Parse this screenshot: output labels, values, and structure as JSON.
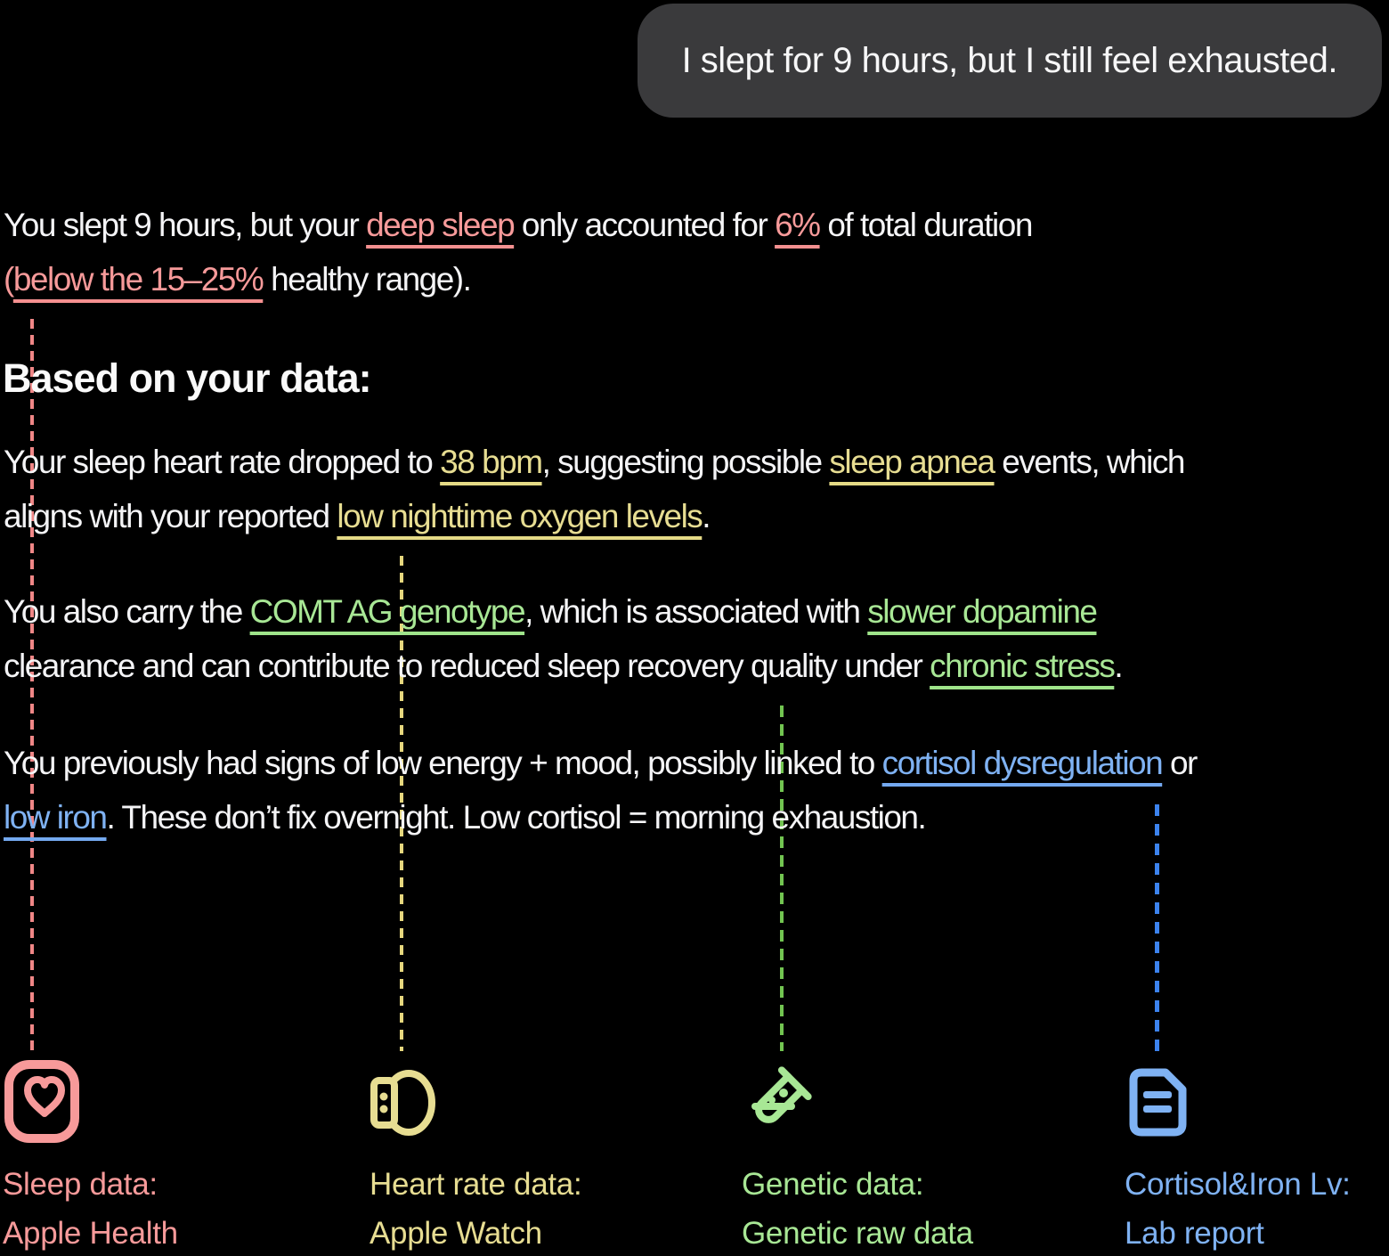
{
  "chat": {
    "user_message": "I slept for 9 hours, but I still feel exhausted."
  },
  "answer": {
    "heading": "Based on your data:",
    "p1": {
      "s1": "You slept 9 hours, but your ",
      "hl1": "deep sleep",
      "s2": " only accounted for ",
      "hl2": "6%",
      "s3": " of total duration",
      "paren": "(",
      "hl3": "below the 15–25%",
      "s4": " healthy range)."
    },
    "p2": {
      "s1": "Your sleep heart rate dropped to ",
      "hl1": "38 bpm",
      "s2": ", suggesting possible ",
      "hl2": "sleep apnea",
      "s3": " events, which",
      "s4": "aligns with your reported ",
      "hl3": "low nighttime oxygen levels",
      "s5": "."
    },
    "p3": {
      "s1": "You also carry the ",
      "hl1": "COMT AG genotype",
      "s2": ", which is associated with ",
      "hl2": "slower dopamine",
      "s3": "clearance and can contribute to reduced sleep recovery quality under ",
      "hl3": "chronic stress",
      "s4": "."
    },
    "p4": {
      "s1": "You previously had signs of low energy + mood, possibly linked to ",
      "hl1": "cortisol dysregulation",
      "s2": " or",
      "hl2": "low iron",
      "s3": ". These don’t fix overnight. Low cortisol = morning exhaustion."
    }
  },
  "sources": [
    {
      "label1": "Sleep data:",
      "label2": "Apple Health",
      "icon": "apple-health-heart-icon",
      "color": "#F79A9A"
    },
    {
      "label1": "Heart rate data:",
      "label2": "Apple Watch",
      "icon": "apple-watch-icon",
      "color": "#E7DD92"
    },
    {
      "label1": "Genetic data:",
      "label2": "Genetic raw data",
      "icon": "test-tube-icon",
      "color": "#A8E795"
    },
    {
      "label1": "Cortisol&Iron Lv:",
      "label2": "Lab report",
      "icon": "lab-report-document-icon",
      "color": "#7FB2F3"
    }
  ],
  "colors": {
    "background": "#000000",
    "bubble_background": "#3A3A3C",
    "body_text": "#F4F4F6",
    "sleep_pink": "#F79A9A",
    "heart_rate_yellow": "#E7DD92",
    "genetic_green": "#A8E795",
    "lab_blue": "#7FB2F3",
    "dash_pink": "#F08787",
    "dash_yellow": "#E6D77E",
    "dash_green": "#72C551",
    "dash_blue": "#3C83EE"
  }
}
